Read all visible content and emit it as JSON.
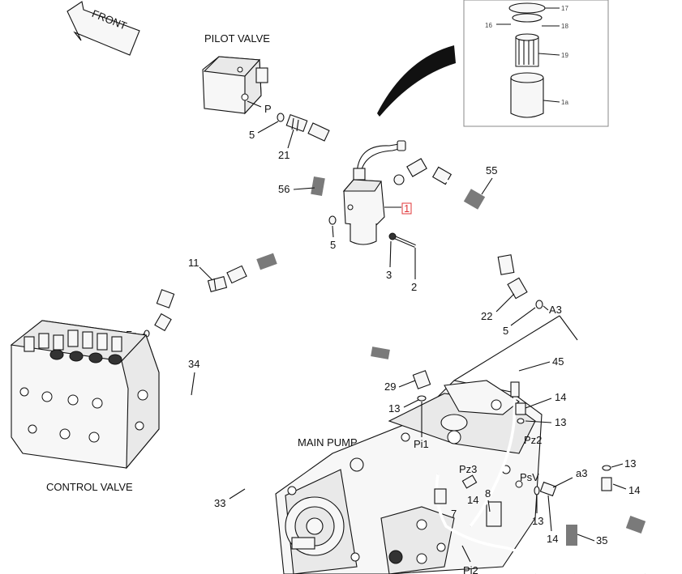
{
  "components": {
    "front": "FRONT",
    "pilot_valve": "PILOT VALVE",
    "main_pump": "MAIN PUMP",
    "control_valve": "CONTROL VALVE"
  },
  "ports": {
    "p": "P",
    "fr": "Fr",
    "pi1": "Pi1",
    "pi2": "Pi2",
    "pz2": "Pz2",
    "pz3": "Pz3",
    "psv": "PsV",
    "a3": "A3",
    "a3_lower": "a3"
  },
  "callouts": {
    "c5a": "5",
    "c21": "21",
    "c56": "56",
    "c5b": "5",
    "c11": "11",
    "c1": "1",
    "c3": "3",
    "c2": "2",
    "c55": "55",
    "c22": "22",
    "c5c": "5",
    "c34": "34",
    "c29": "29",
    "c13a": "13",
    "c45": "45",
    "c14a": "14",
    "c13b": "13",
    "c33": "33",
    "c8": "8",
    "c14b": "14",
    "c7": "7",
    "c13c": "13",
    "c14c": "14",
    "c35": "35",
    "c13d": "13",
    "c14d": "14"
  },
  "inset_labels": [
    "17",
    "18",
    "16",
    "19",
    "1a"
  ],
  "highlight_color": "#e0373a"
}
